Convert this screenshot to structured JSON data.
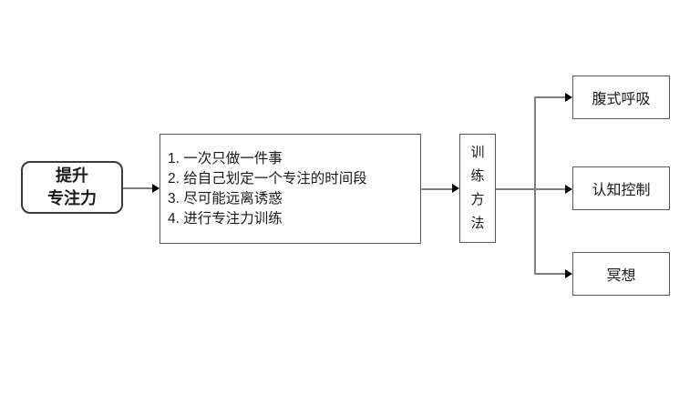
{
  "colors": {
    "background": "#ffffff",
    "root_border": "#3a3a3a",
    "box_border": "#595959",
    "connector_line": "#7f7f7f",
    "arrowhead": "#000000",
    "text": "#1a1a1a"
  },
  "diagram": {
    "root": {
      "label": "提升\n专注力"
    },
    "steps": {
      "items": [
        "1. 一次只做一件事",
        "2. 给自己划定一个专注的时间段",
        "3. 尽可能远离诱惑",
        "4. 进行专注力训练"
      ]
    },
    "method": {
      "label": "训练方法"
    },
    "outputs": [
      {
        "label": "腹式呼吸"
      },
      {
        "label": "认知控制"
      },
      {
        "label": "冥想"
      }
    ]
  }
}
